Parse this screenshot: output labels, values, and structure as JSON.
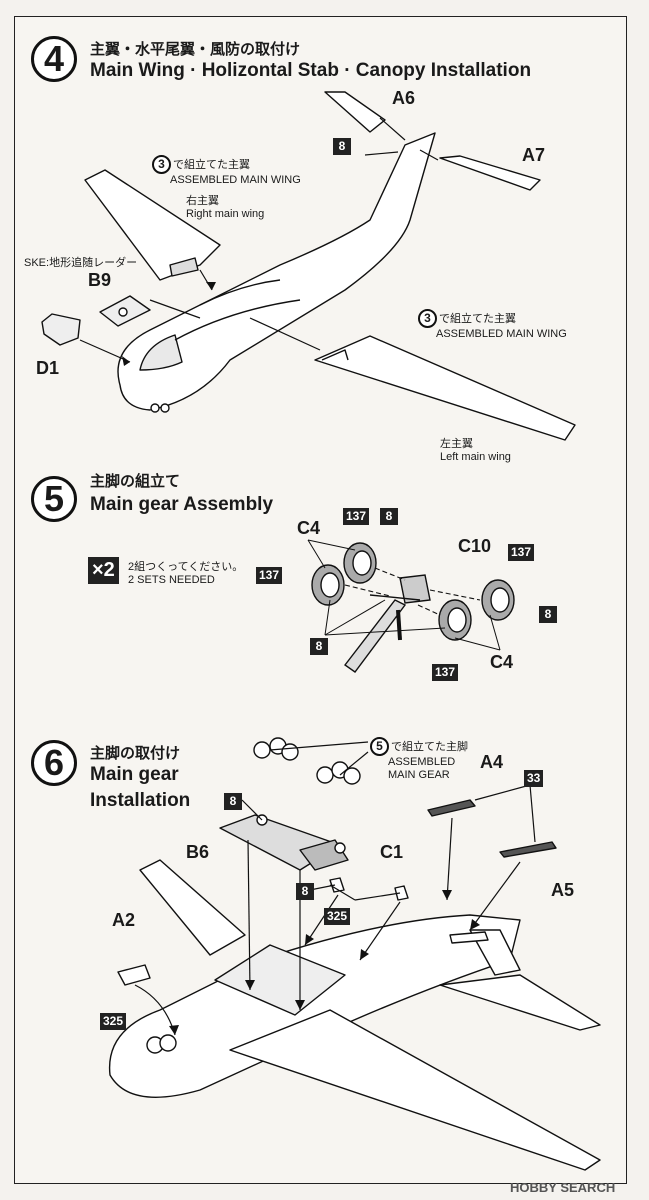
{
  "step4": {
    "num": "4",
    "title_jp": "主翼・水平尾翼・風防の取付け",
    "title_en": "Main Wing · Holizontal Stab · Canopy Installation",
    "labels": {
      "a6": "A6",
      "a7": "A7",
      "b9": "B9",
      "d1": "D1",
      "tag8": "8",
      "assembled_jp": "で組立てた主翼",
      "assembled_en": "ASSEMBLED MAIN WING",
      "ref": "3",
      "right_jp": "右主翼",
      "right_en": "Right main wing",
      "left_jp": "左主翼",
      "left_en": "Left main wing",
      "ske": "SKE:地形追随レーダー"
    }
  },
  "step5": {
    "num": "5",
    "title_jp": "主脚の組立て",
    "title_en": "Main gear Assembly",
    "x2": "×2",
    "sets_jp": "2組つくってください。",
    "sets_en": "2 SETS NEEDED",
    "labels": {
      "c4": "C4",
      "c10": "C10",
      "t137": "137",
      "t8": "8"
    }
  },
  "step6": {
    "num": "6",
    "title_jp": "主脚の取付け",
    "title_en_1": "Main gear",
    "title_en_2": "Installation",
    "ref": "5",
    "assembled_jp": "で組立てた主脚",
    "assembled_en_1": "ASSEMBLED",
    "assembled_en_2": "MAIN GEAR",
    "labels": {
      "a4": "A4",
      "a5": "A5",
      "a2": "A2",
      "b6": "B6",
      "c1": "C1",
      "t8": "8",
      "t33": "33",
      "t325": "325"
    }
  },
  "watermark": "HOBBY SEARCH"
}
